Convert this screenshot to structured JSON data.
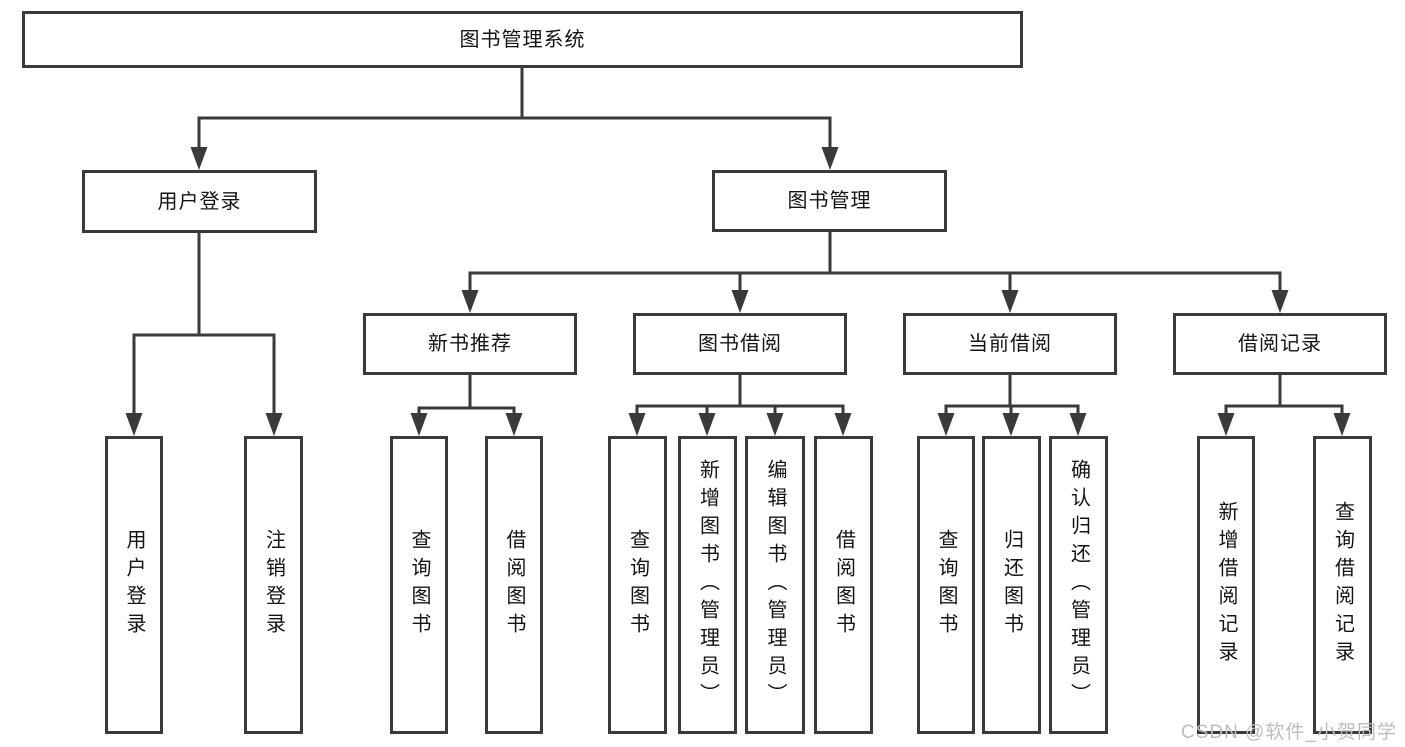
{
  "diagram": {
    "title": "图书管理系统",
    "branches": [
      {
        "label": "用户登录",
        "children": [
          {
            "label": "用户登录"
          },
          {
            "label": "注销登录"
          }
        ]
      },
      {
        "label": "图书管理",
        "children": [
          {
            "label": "新书推荐",
            "children": [
              {
                "label": "查询图书"
              },
              {
                "label": "借阅图书"
              }
            ]
          },
          {
            "label": "图书借阅",
            "children": [
              {
                "label": "查询图书"
              },
              {
                "label": "新增图书（管理员）"
              },
              {
                "label": "编辑图书（管理员）"
              },
              {
                "label": "借阅图书"
              }
            ]
          },
          {
            "label": "当前借阅",
            "children": [
              {
                "label": "查询图书"
              },
              {
                "label": "归还图书"
              },
              {
                "label": "确认归还（管理员）"
              }
            ]
          },
          {
            "label": "借阅记录",
            "children": [
              {
                "label": "新增借阅记录"
              },
              {
                "label": "查询借阅记录"
              }
            ]
          }
        ]
      }
    ]
  },
  "watermark": {
    "text": "CSDN @软件_小贺同学",
    "color": "#bdbdbd"
  },
  "style": {
    "line_color": "#3a3a3a",
    "box_background": "#ffffff",
    "text_color": "#141414"
  }
}
